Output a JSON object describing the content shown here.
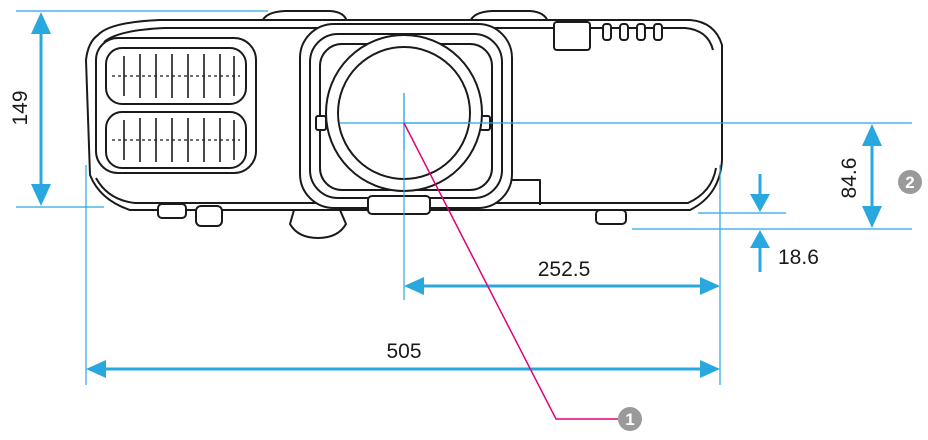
{
  "dimensions": {
    "height": "149",
    "lens_center_height": "84.6",
    "foot_height": "18.6",
    "half_width": "252.5",
    "width": "505"
  },
  "callouts": {
    "lens_center": "1",
    "lens_axis_height": "2"
  },
  "colors": {
    "dimension": "#29a8df",
    "leader": "#e2007a",
    "outline": "#1a1a1a",
    "callout_fill": "#9a9a9a"
  }
}
